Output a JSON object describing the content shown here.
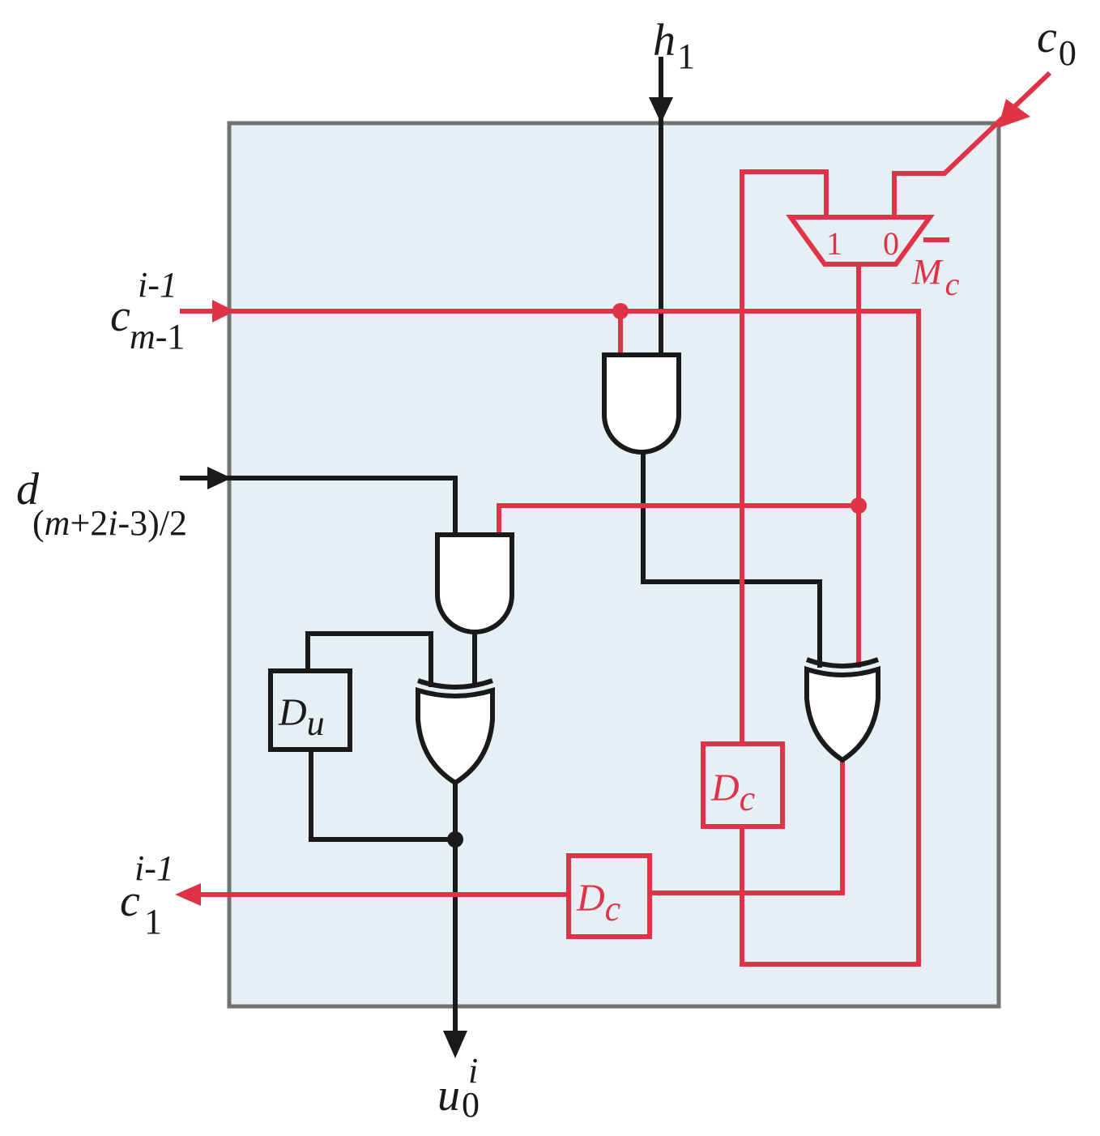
{
  "labels": {
    "h1": {
      "main": "h",
      "sub": "1"
    },
    "c0": {
      "main": "c",
      "sub": "0"
    },
    "cm1": {
      "main": "c",
      "sup": "i-1",
      "sub_italic": "m",
      "sub_rest": "-1"
    },
    "d": {
      "main": "d",
      "sub_open": "(",
      "sub_italic1": "m",
      "sub_mid": "+2",
      "sub_italic2": "i",
      "sub_rest": "-3)/2"
    },
    "c1": {
      "main": "c",
      "sup": "i-1",
      "sub": "1"
    },
    "u0": {
      "main": "u",
      "sup": "i",
      "sub": "0"
    },
    "mux": {
      "in1": "1",
      "in0": "0",
      "name": "M",
      "name_sub": "c"
    },
    "du": {
      "main": "D",
      "sub": "u"
    },
    "dc_upper": {
      "main": "D",
      "sub": "c"
    },
    "dc_lower": {
      "main": "D",
      "sub": "c"
    }
  },
  "colors": {
    "control_path": "#e03347",
    "data_path": "#1a1a1a",
    "cell_fill": "#e6f0f4",
    "cell_border": "#707570"
  }
}
